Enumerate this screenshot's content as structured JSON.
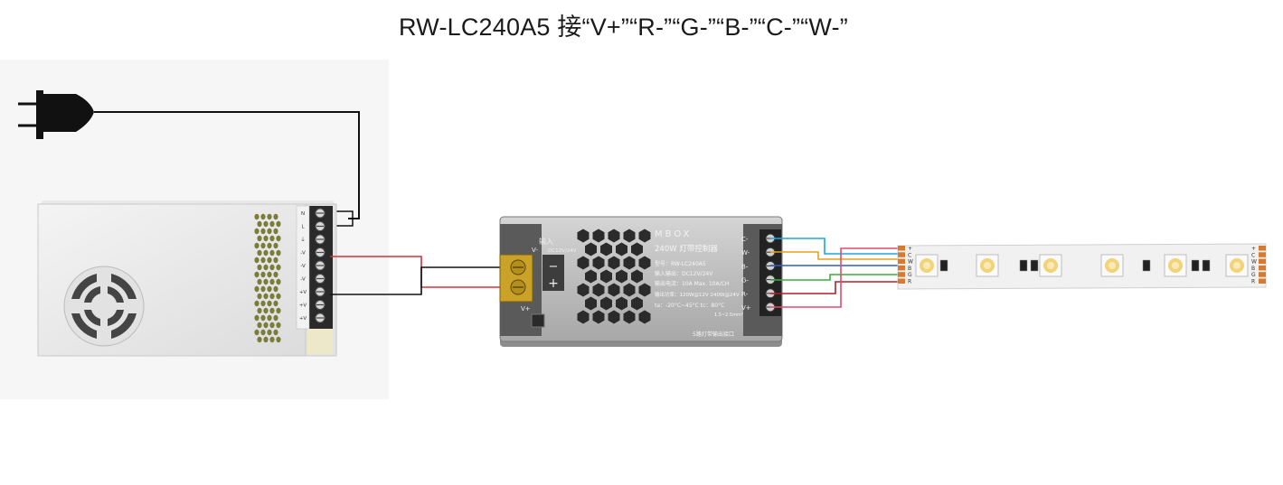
{
  "title": "RW-LC240A5 接“V+”“R-”“G-”“B-”“C-”“W-”",
  "controller": {
    "brand": "MBOX",
    "name": "240W 灯带控制器",
    "model": "型号：RW-LC240A5",
    "io": "输入输出：DC12V/24V",
    "current": "输出电流：10A Max. 10A/CH",
    "power": "输出功率：120W@12V 240W@24V",
    "temp": "ta：-20°C~45°C    tc：80°C",
    "bottom_label": "5路灯带输出接口",
    "input_label": "输入",
    "input_voltage": "DC12V/24V",
    "v_minus": "V-",
    "v_plus": "V+",
    "minus_sign": "−",
    "plus_sign": "+",
    "wire_gauge": "1.5~2.5mm²",
    "terminals": [
      "C-",
      "W-",
      "B-",
      "G-",
      "R-",
      "V+"
    ]
  },
  "strip": {
    "labels": [
      "+",
      "C",
      "W",
      "B",
      "G",
      "R"
    ]
  },
  "psu": {
    "terminal_labels": [
      "N",
      "L",
      "⏚",
      "-V",
      "-V",
      "-V",
      "+V",
      "+V",
      "+V"
    ]
  },
  "colors": {
    "wire_black": "#111111",
    "wire_red": "#d9303a",
    "wire_pink": "#e24a6a",
    "wire_cyan": "#1aa7e0",
    "wire_yellow": "#e8a21c",
    "wire_blue": "#2f5fc9",
    "wire_green": "#3cae3c",
    "wire_darkred": "#b21e2a"
  }
}
